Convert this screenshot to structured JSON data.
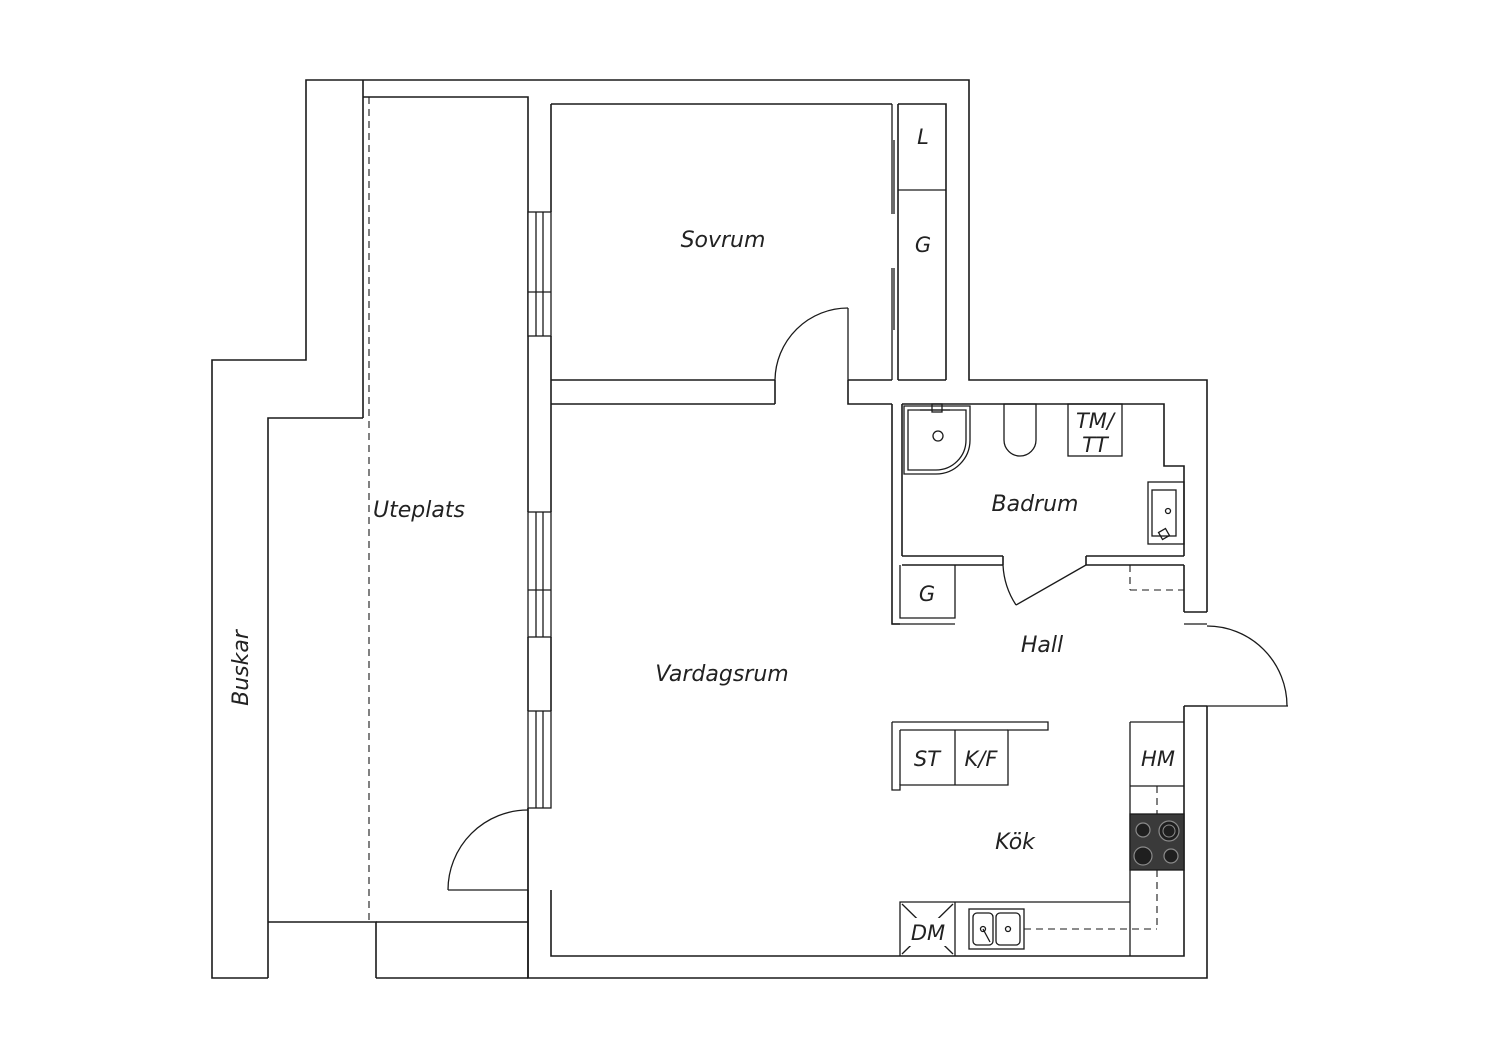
{
  "rooms": {
    "sovrum": "Sovrum",
    "uteplats": "Uteplats",
    "vardagsrum": "Vardagsrum",
    "badrum": "Badrum",
    "hall": "Hall",
    "kok": "Kök",
    "buskar": "Buskar"
  },
  "fixtures": {
    "linen": "L",
    "wardrobe_bedroom": "G",
    "wardrobe_hall": "G",
    "washer_dryer": "TM/\nTT",
    "washer_line1": "TM/",
    "washer_line2": "TT",
    "stove_cab": "ST",
    "fridge": "K/F",
    "microwave": "HM",
    "dishwasher": "DM"
  },
  "colors": {
    "line": "#1a1a1a",
    "hob": "#3a3a3a",
    "background": "#ffffff"
  }
}
